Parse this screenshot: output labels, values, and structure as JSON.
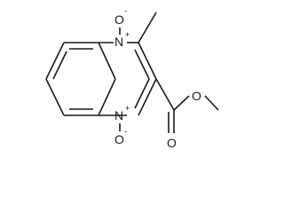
{
  "molecule": {
    "atoms": {
      "n_top": "N",
      "n_top_charge": "+",
      "o_top": "O",
      "o_top_charge": "-",
      "n_bottom": "N",
      "n_bottom_charge": "+",
      "o_bottom": "O",
      "o_bottom_charge": "-",
      "o_carbonyl": "O",
      "o_ester": "O"
    }
  }
}
